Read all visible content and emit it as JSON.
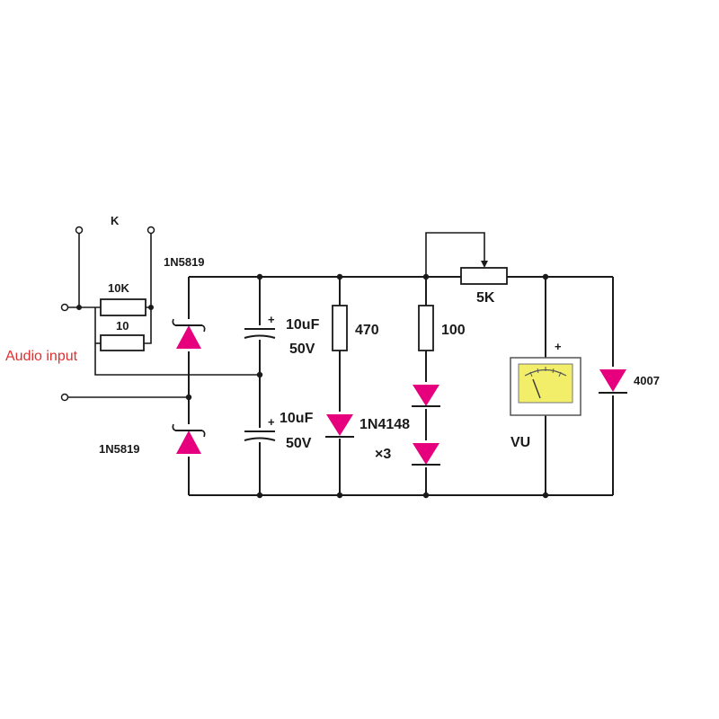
{
  "labels": {
    "switch": "K",
    "schottky_top": "1N5819",
    "schottky_bottom": "1N5819",
    "resistor_10k": "10K",
    "resistor_10": "10",
    "audio_input": "Audio input",
    "cap_top_value": "10uF",
    "cap_top_voltage": "50V",
    "cap_bottom_value": "10uF",
    "cap_bottom_voltage": "50V",
    "resistor_470": "470",
    "resistor_100": "100",
    "diode_1n4148": "1N4148",
    "diode_count": "×3",
    "pot_5k": "5K",
    "meter": "VU",
    "diode_4007": "4007",
    "plus": "+"
  },
  "colors": {
    "wire": "#1a1a1a",
    "diode": "#e6007e",
    "audio_label": "#e03030",
    "meter_body": "#ffffff",
    "meter_face": "#f2ee6a"
  }
}
